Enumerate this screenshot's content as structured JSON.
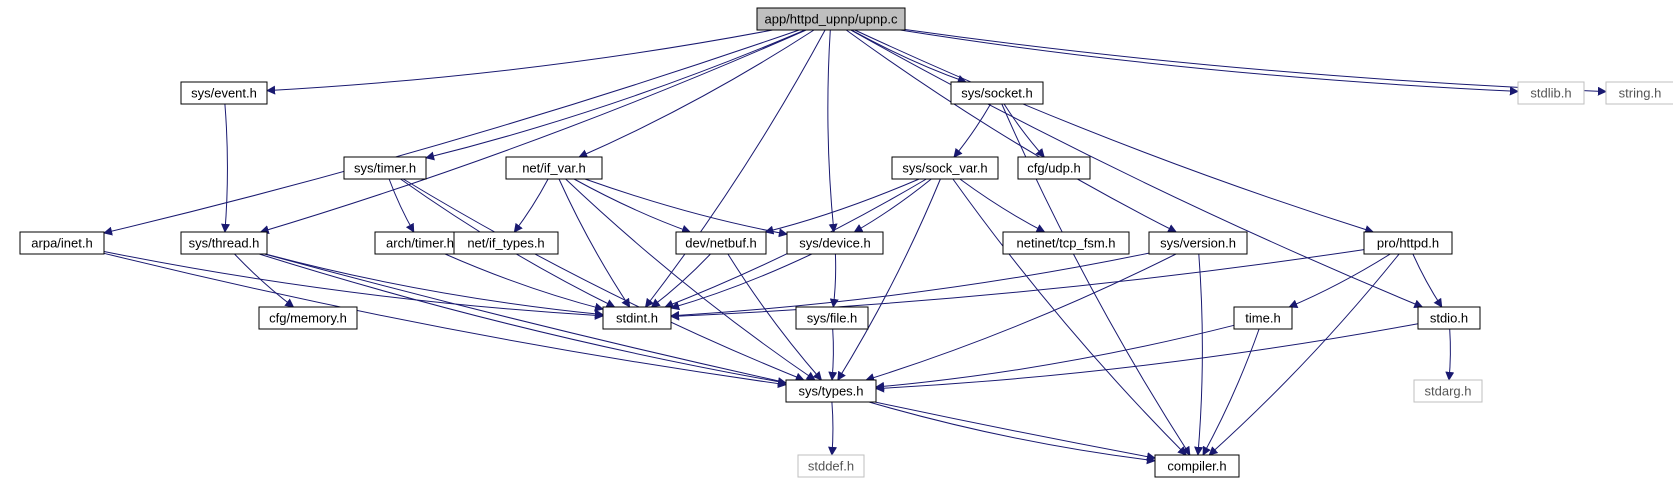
{
  "graph": {
    "colors": {
      "edge": "#191970",
      "root_fill": "#bfbfbf",
      "node_fill": "#ffffff",
      "node_border": "#000000",
      "external_border": "#bfbfbf",
      "external_text": "#555555",
      "text": "#000000"
    },
    "nodes": [
      {
        "id": "root",
        "label": "app/httpd_upnp/upnp.c",
        "kind": "root"
      },
      {
        "id": "event",
        "label": "sys/event.h",
        "kind": "normal"
      },
      {
        "id": "socket",
        "label": "sys/socket.h",
        "kind": "normal"
      },
      {
        "id": "stdlib",
        "label": "stdlib.h",
        "kind": "external"
      },
      {
        "id": "string",
        "label": "string.h",
        "kind": "external"
      },
      {
        "id": "timer",
        "label": "sys/timer.h",
        "kind": "normal"
      },
      {
        "id": "ifvar",
        "label": "net/if_var.h",
        "kind": "normal"
      },
      {
        "id": "sockvar",
        "label": "sys/sock_var.h",
        "kind": "normal"
      },
      {
        "id": "udp",
        "label": "cfg/udp.h",
        "kind": "normal"
      },
      {
        "id": "inet",
        "label": "arpa/inet.h",
        "kind": "normal"
      },
      {
        "id": "thread",
        "label": "sys/thread.h",
        "kind": "normal"
      },
      {
        "id": "archtimer",
        "label": "arch/timer.h",
        "kind": "normal"
      },
      {
        "id": "iftypes",
        "label": "net/if_types.h",
        "kind": "normal"
      },
      {
        "id": "netbuf",
        "label": "dev/netbuf.h",
        "kind": "normal"
      },
      {
        "id": "device",
        "label": "sys/device.h",
        "kind": "normal"
      },
      {
        "id": "tcpfsm",
        "label": "netinet/tcp_fsm.h",
        "kind": "normal"
      },
      {
        "id": "version",
        "label": "sys/version.h",
        "kind": "normal"
      },
      {
        "id": "httpd",
        "label": "pro/httpd.h",
        "kind": "normal"
      },
      {
        "id": "memory",
        "label": "cfg/memory.h",
        "kind": "normal"
      },
      {
        "id": "stdint",
        "label": "stdint.h",
        "kind": "normal"
      },
      {
        "id": "file",
        "label": "sys/file.h",
        "kind": "normal"
      },
      {
        "id": "time",
        "label": "time.h",
        "kind": "normal"
      },
      {
        "id": "stdio",
        "label": "stdio.h",
        "kind": "normal"
      },
      {
        "id": "types",
        "label": "sys/types.h",
        "kind": "normal"
      },
      {
        "id": "stdarg",
        "label": "stdarg.h",
        "kind": "external"
      },
      {
        "id": "stddef",
        "label": "stddef.h",
        "kind": "external"
      },
      {
        "id": "compiler",
        "label": "compiler.h",
        "kind": "normal"
      }
    ],
    "edges": [
      [
        "root",
        "event"
      ],
      [
        "root",
        "socket"
      ],
      [
        "root",
        "stdlib"
      ],
      [
        "root",
        "string"
      ],
      [
        "root",
        "timer"
      ],
      [
        "root",
        "ifvar"
      ],
      [
        "root",
        "inet"
      ],
      [
        "root",
        "thread"
      ],
      [
        "root",
        "stdint"
      ],
      [
        "root",
        "device"
      ],
      [
        "root",
        "version"
      ],
      [
        "root",
        "httpd"
      ],
      [
        "root",
        "stdio"
      ],
      [
        "event",
        "thread"
      ],
      [
        "socket",
        "sockvar"
      ],
      [
        "socket",
        "udp"
      ],
      [
        "socket",
        "compiler"
      ],
      [
        "timer",
        "archtimer"
      ],
      [
        "timer",
        "stdint"
      ],
      [
        "timer",
        "types"
      ],
      [
        "ifvar",
        "iftypes"
      ],
      [
        "ifvar",
        "netbuf"
      ],
      [
        "ifvar",
        "device"
      ],
      [
        "ifvar",
        "stdint"
      ],
      [
        "ifvar",
        "types"
      ],
      [
        "sockvar",
        "netbuf"
      ],
      [
        "sockvar",
        "device"
      ],
      [
        "sockvar",
        "tcpfsm"
      ],
      [
        "sockvar",
        "stdint"
      ],
      [
        "sockvar",
        "types"
      ],
      [
        "sockvar",
        "compiler"
      ],
      [
        "inet",
        "stdint"
      ],
      [
        "inet",
        "types"
      ],
      [
        "thread",
        "memory"
      ],
      [
        "thread",
        "stdint"
      ],
      [
        "thread",
        "types"
      ],
      [
        "thread",
        "compiler"
      ],
      [
        "archtimer",
        "stdint"
      ],
      [
        "netbuf",
        "stdint"
      ],
      [
        "netbuf",
        "types"
      ],
      [
        "device",
        "stdint"
      ],
      [
        "device",
        "file"
      ],
      [
        "version",
        "stdint"
      ],
      [
        "version",
        "types"
      ],
      [
        "version",
        "compiler"
      ],
      [
        "httpd",
        "time"
      ],
      [
        "httpd",
        "stdio"
      ],
      [
        "httpd",
        "stdint"
      ],
      [
        "httpd",
        "compiler"
      ],
      [
        "file",
        "types"
      ],
      [
        "time",
        "types"
      ],
      [
        "time",
        "compiler"
      ],
      [
        "stdio",
        "types"
      ],
      [
        "stdio",
        "stdarg"
      ],
      [
        "types",
        "stddef"
      ],
      [
        "types",
        "compiler"
      ]
    ]
  }
}
